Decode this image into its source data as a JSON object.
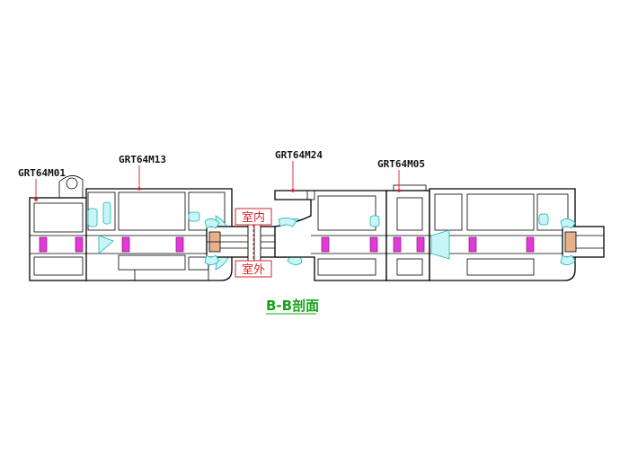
{
  "labels": {
    "m01": "GRT64M01",
    "m13": "GRT64M13",
    "m24": "GRT64M24",
    "m05": "GRT64M05"
  },
  "zones": {
    "indoor": "室内",
    "outdoor": "室外"
  },
  "section_title": "B-B剖面",
  "colors": {
    "leader": "#d6232a",
    "section_title": "#1aa31a",
    "gasket": "#1ab3b3",
    "thermal_strip": "#e13ad6",
    "glass_spacer": "#e8b08a"
  }
}
